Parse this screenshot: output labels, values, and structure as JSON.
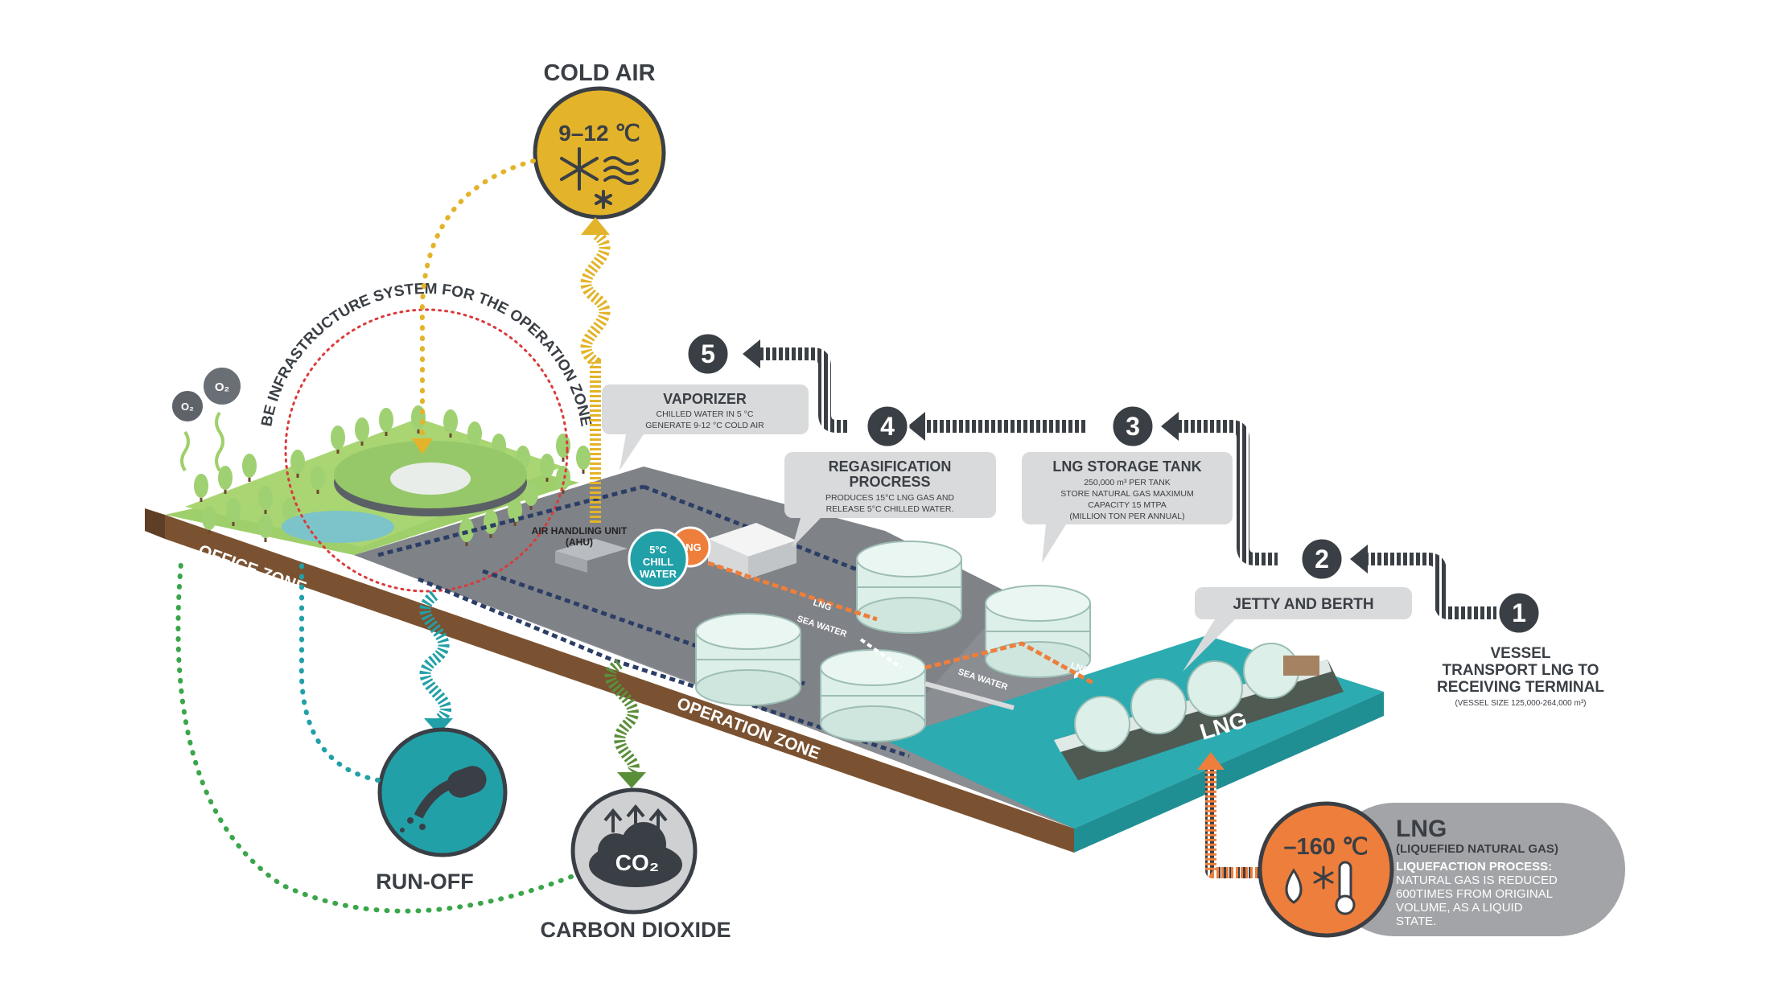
{
  "colors": {
    "yellow": "#e3b32a",
    "orange": "#ee7e3b",
    "teal": "#21a0a8",
    "sea": "#2cabb1",
    "green_dots": "#3aa64a",
    "grass": "#9fcf6a",
    "dark": "#3a3f45",
    "callout_gray": "#d9dadb",
    "tank": "#dcefe9",
    "earth": "#7b5231"
  },
  "cold_air": {
    "title": "COLD AIR",
    "temp": "9–12 ℃",
    "icon": "snowflake-wind-icon"
  },
  "infrastructure_ring": {
    "text": "BE INFRASTRUCTURE SYSTEM FOR THE OPERATION ZONE"
  },
  "o2_bubbles": [
    "O₂",
    "O₂"
  ],
  "zones": {
    "office": "OFFICE ZONE",
    "operation": "OPERATION ZONE"
  },
  "ahu": {
    "line1": "AIR HANDLING UNIT",
    "line2": "(AHU)"
  },
  "chill_badge": {
    "line1": "5°C",
    "line2": "CHILL",
    "line3": "WATER"
  },
  "lng_badge": "LNG",
  "pipe_labels": {
    "lng": "LNG",
    "sea_water": "SEA WATER"
  },
  "ship_label": "LNG",
  "runoff": {
    "title": "RUN-OFF",
    "icon": "runoff-pipe-icon"
  },
  "co2": {
    "title": "CARBON DIOXIDE",
    "badge": "CO₂",
    "icon": "co2-cloud-icon"
  },
  "steps": [
    {
      "number": "1",
      "title_lines": [
        "VESSEL",
        "TRANSPORT LNG TO",
        "RECEIVING TERMINAL"
      ],
      "note": "(VESSEL SIZE 125,000-264,000 m³)"
    },
    {
      "number": "2",
      "title_lines": [
        "JETTY AND BERTH"
      ]
    },
    {
      "number": "3",
      "title_lines": [
        "LNG STORAGE TANK"
      ],
      "desc_lines": [
        "250,000 m³ PER TANK",
        "STORE NATURAL GAS MAXIMUM",
        "CAPACITY 15 MTPA",
        "(MILLION TON PER ANNUAL)"
      ]
    },
    {
      "number": "4",
      "title_lines": [
        "REGASIFICATION",
        "PROCRESS"
      ],
      "desc_lines": [
        "PRODUCES 15°C LNG GAS AND",
        "RELEASE 5°C CHILLED WATER."
      ]
    },
    {
      "number": "5",
      "title_lines": [
        "VAPORIZER"
      ],
      "desc_lines": [
        "CHILLED WATER IN 5 °C",
        "GENERATE  9-12 °C COLD AIR"
      ]
    }
  ],
  "lng_info": {
    "temp": "–160 ℃",
    "title": "LNG",
    "subtitle": "(LIQUEFIED NATURAL GAS)",
    "process_label": "LIQUEFACTION PROCESS:",
    "process_lines": [
      "NATURAL GAS IS REDUCED",
      "600TIMES FROM ORIGINAL",
      "VOLUME, AS A LIQUID",
      "STATE."
    ]
  }
}
